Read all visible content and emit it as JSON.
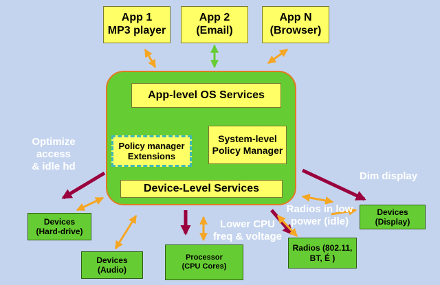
{
  "apps": [
    {
      "line1": "App 1",
      "line2": "MP3 player"
    },
    {
      "line1": "App 2",
      "line2": "(Email)"
    },
    {
      "line1": "App N",
      "line2": "(Browser)"
    }
  ],
  "core": {
    "app_services": "App-level OS Services",
    "policy_ext": {
      "line1": "Policy manager",
      "line2": "Extensions"
    },
    "system_policy": {
      "line1": "System-level",
      "line2": "Policy Manager"
    },
    "device_services": "Device-Level Services"
  },
  "devices": {
    "hard_drive": {
      "line1": "Devices",
      "line2": "(Hard-drive)"
    },
    "audio": {
      "line1": "Devices",
      "line2": "(Audio)"
    },
    "processor": {
      "line1": "Processor",
      "line2": "(CPU Cores)"
    },
    "radios": {
      "line1": "Radios (802.11,",
      "line2": "BT, É )"
    },
    "display": {
      "line1": "Devices",
      "line2": "(Display)"
    }
  },
  "annotations": {
    "optimize": {
      "line1": "Optimize",
      "line2": "access",
      "line3": "& idle hd"
    },
    "lower_cpu": {
      "line1": "Lower CPU",
      "line2": "freq & voltage"
    },
    "radios_low": {
      "line1": "Radios in low",
      "line2": "power (idle)"
    },
    "dim": "Dim display"
  },
  "colors": {
    "background": "#c5d4ee",
    "box_yellow": "#ffff66",
    "box_green": "#66cc33",
    "arrow_orange": "#f5a623",
    "arrow_green": "#66cc33",
    "arrow_teal": "#1a8a8a",
    "arrow_maroon": "#99003d",
    "annotation_text": "#ffffff"
  }
}
